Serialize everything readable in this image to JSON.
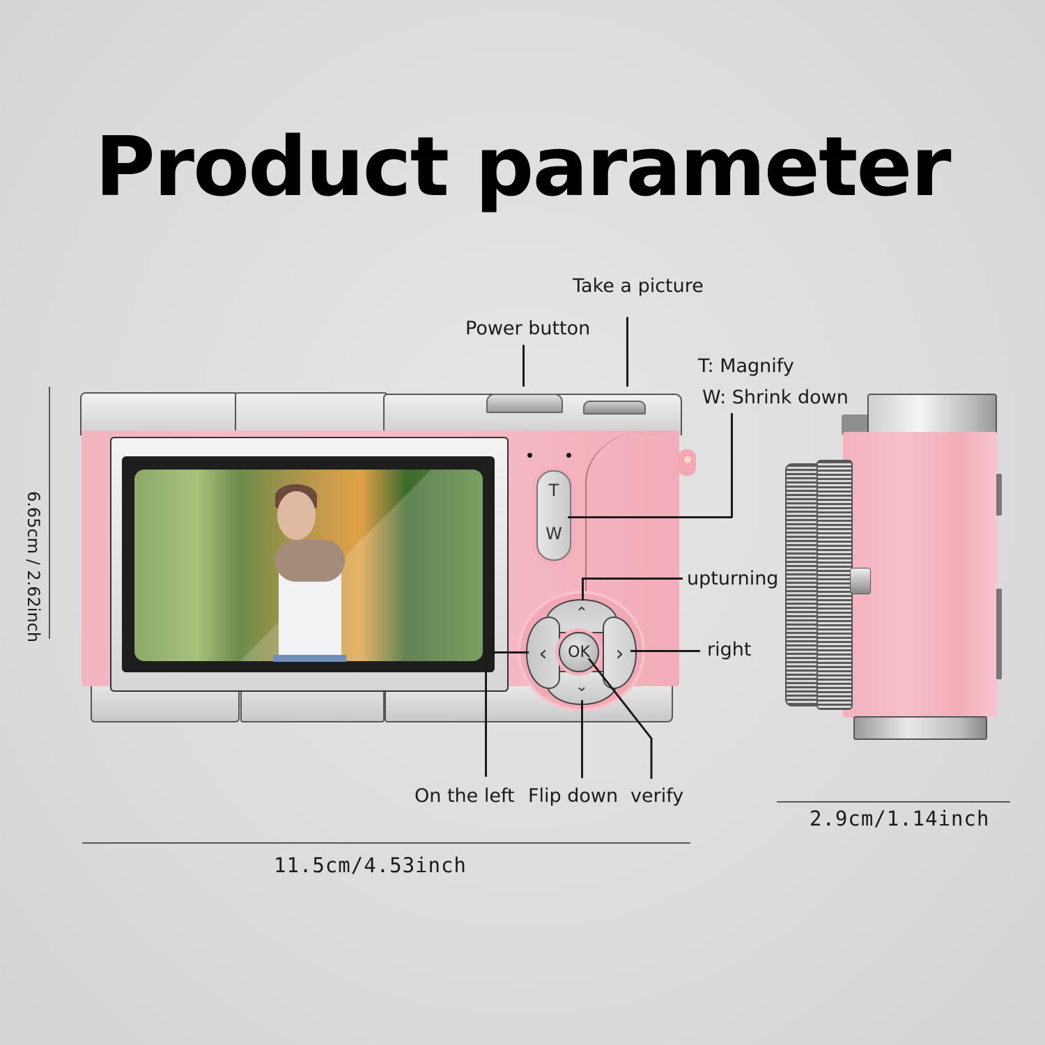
{
  "title": "Product parameter",
  "callouts": {
    "take_picture": "Take a picture",
    "power_button": "Power button",
    "zoom_t": "T: Magnify",
    "zoom_w": "W: Shrink down",
    "upturning": "upturning",
    "right": "right",
    "on_the_left": "On the left",
    "flip_down": "Flip down",
    "verify": "verify"
  },
  "buttons": {
    "tele": "T",
    "wide": "W",
    "ok": "OK",
    "up_arrow": "⌃",
    "down_arrow": "⌄",
    "left_arrow": "‹",
    "right_arrow": "›"
  },
  "dimensions": {
    "height": "6.65cm / 2.62inch",
    "width": "11.5cm/4.53inch",
    "depth": "2.9cm/1.14inch"
  },
  "colors": {
    "camera_body": "#f5b9c3",
    "metal_trim": "#d6d6d6",
    "background": "#dedede",
    "text": "#111111"
  }
}
